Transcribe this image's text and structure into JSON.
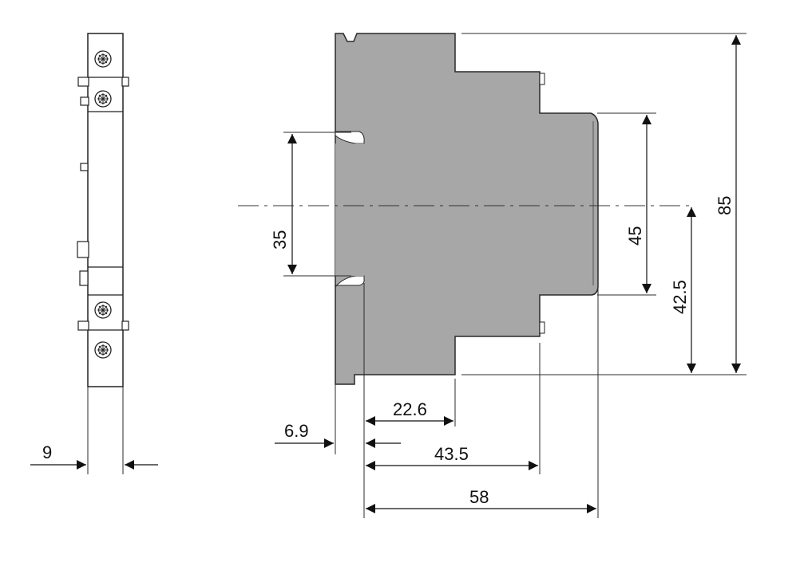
{
  "diagram": {
    "dimensions": {
      "width_9": "9",
      "rail_35": "35",
      "front_45": "45",
      "center_42_5": "42.5",
      "height_85": "85",
      "depth_22_6": "22.6",
      "offset_6_9": "6.9",
      "depth_43_5": "43.5",
      "depth_58": "58"
    },
    "colors": {
      "body_fill": "#a7a7a7",
      "line": "#222222",
      "background": "#ffffff"
    }
  }
}
